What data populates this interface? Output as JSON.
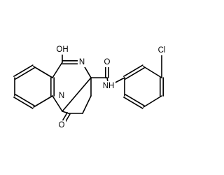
{
  "structure": {
    "atoms": {
      "oh": {
        "text": "OH",
        "color": "#000000"
      },
      "n_imine": {
        "text": "N",
        "color": "#000000"
      },
      "o_amide": {
        "text": "O",
        "color": "#000000"
      },
      "nh": {
        "text": "NH",
        "color": "#000000"
      },
      "cl": {
        "text": "Cl",
        "color": "#000000"
      },
      "n_ring": {
        "text": "N",
        "color": "#000000"
      },
      "o_lactam": {
        "text": "O",
        "color": "#000000"
      }
    }
  }
}
